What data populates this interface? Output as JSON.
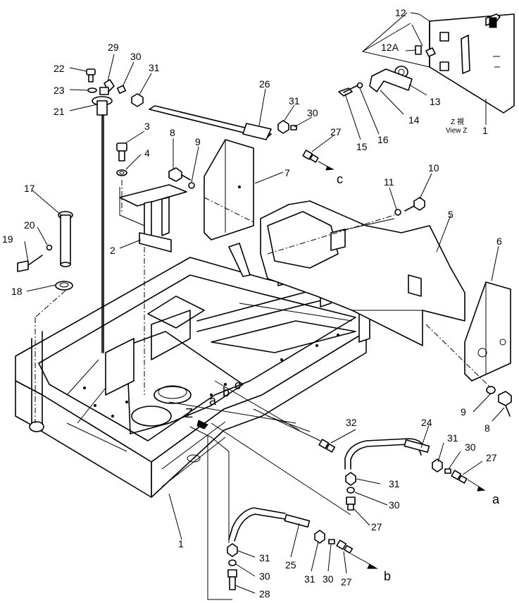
{
  "callouts": {
    "p1_main": "1",
    "p1_view": "1",
    "p2": "2",
    "p3": "3",
    "p4": "4",
    "p5": "5",
    "p6": "6",
    "p7": "7",
    "p8_left": "8",
    "p8_right": "8",
    "p9_left": "9",
    "p9_right": "9",
    "p10": "10",
    "p11": "11",
    "p12": "12",
    "p12a": "12A",
    "p13": "13",
    "p14": "14",
    "p15": "15",
    "p16": "16",
    "p17": "17",
    "p18": "18",
    "p19": "19",
    "p20": "20",
    "p21": "21",
    "p22": "22",
    "p23": "23",
    "p24": "24",
    "p25": "25",
    "p26": "26",
    "p27_c": "27",
    "p27_a": "27",
    "p27_mid": "27",
    "p27_b": "27",
    "p28": "28",
    "p29": "29",
    "p30_top": "30",
    "p30_c": "30",
    "p30_a": "30",
    "p30_mid": "30",
    "p30_low": "30",
    "p30_b": "30",
    "p31_top": "31",
    "p31_c": "31",
    "p31_a": "31",
    "p31_mid": "31",
    "p31_low": "31",
    "p31_b": "31",
    "p32": "32"
  },
  "pipe_letters": {
    "c_end": "c",
    "a_end": "a",
    "b_end": "b",
    "frame_a": "a",
    "frame_b": "b",
    "frame_c": "c"
  },
  "view": {
    "letter_z": "Z",
    "z_kanji": "Z 視",
    "z_english": "View Z"
  }
}
